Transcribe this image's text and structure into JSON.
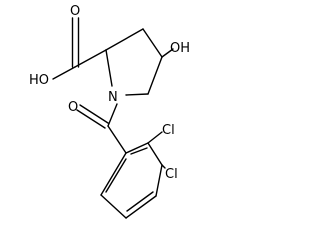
{
  "molecule": {
    "atoms": {
      "carboxyl_oh": "HO",
      "carboxyl_o": "O",
      "hydroxyl": "OH",
      "ring_n": "N",
      "amide_o": "O",
      "cl_upper": "Cl",
      "cl_lower": "Cl"
    }
  }
}
